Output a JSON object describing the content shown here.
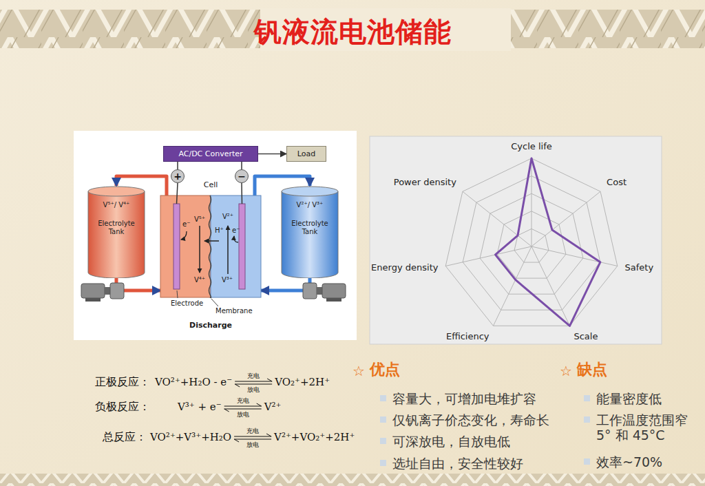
{
  "diagram": {
    "title": "钒液流电池储能",
    "nodes": [
      {
        "text": [
          "AC/DC Converter"
        ]
      },
      {
        "text": [
          "Load"
        ]
      },
      {
        "text": [
          "+"
        ]
      },
      {
        "text": [
          "−"
        ]
      },
      {
        "text": [
          "V⁵⁺/ V⁴⁺",
          "Electrolyte Tank"
        ]
      },
      {
        "text": [
          "Cell"
        ]
      },
      {
        "text": [
          "V²⁺/ V³⁺",
          "Electrolyte Tank"
        ]
      }
    ],
    "edges": [
      {
        "from": 0,
        "to": 1,
        "arrow": "to"
      },
      {
        "from": 2,
        "to": 0,
        "arrow": "none"
      },
      {
        "from": 3,
        "to": 0,
        "arrow": "none"
      },
      {
        "from": 5,
        "to": 4,
        "arrow": "to"
      },
      {
        "from": 4,
        "to": 5,
        "arrow": "to"
      },
      {
        "from": 5,
        "to": 6,
        "arrow": "to"
      },
      {
        "from": 6,
        "to": 5,
        "arrow": "to"
      }
    ],
    "labels": [
      "V⁵⁺",
      "V⁴⁺",
      "H⁺",
      "V²⁺",
      "V³⁺",
      "e⁻",
      "e⁻",
      "Electrode",
      "Membrane",
      "Discharge",
      "Cycle life",
      "Cost",
      "Safety",
      "Scale",
      "Efficiency",
      "Energy density",
      "Power density",
      "正极反应：",
      "VO²⁺+H₂O - e⁻",
      "充电",
      "放电",
      "VO₂⁺+2H⁺",
      "负极反应：",
      "V³⁺ + e⁻",
      "充电",
      "放电",
      "V²⁺",
      "总反应：",
      "VO²⁺+V³⁺+H₂O",
      "充电",
      "放电",
      "V²⁺+VO₂⁺+2H⁺",
      "☆",
      "优点",
      "容量大，可增加电堆扩容",
      "仅钒离子价态变化，寿命长",
      "可深放电，自放电低",
      "选址自由，安全性较好",
      "☆",
      "缺点",
      "能量密度低",
      "工作温度范围窄 5° 和 45°C",
      "效率~70%"
    ]
  }
}
